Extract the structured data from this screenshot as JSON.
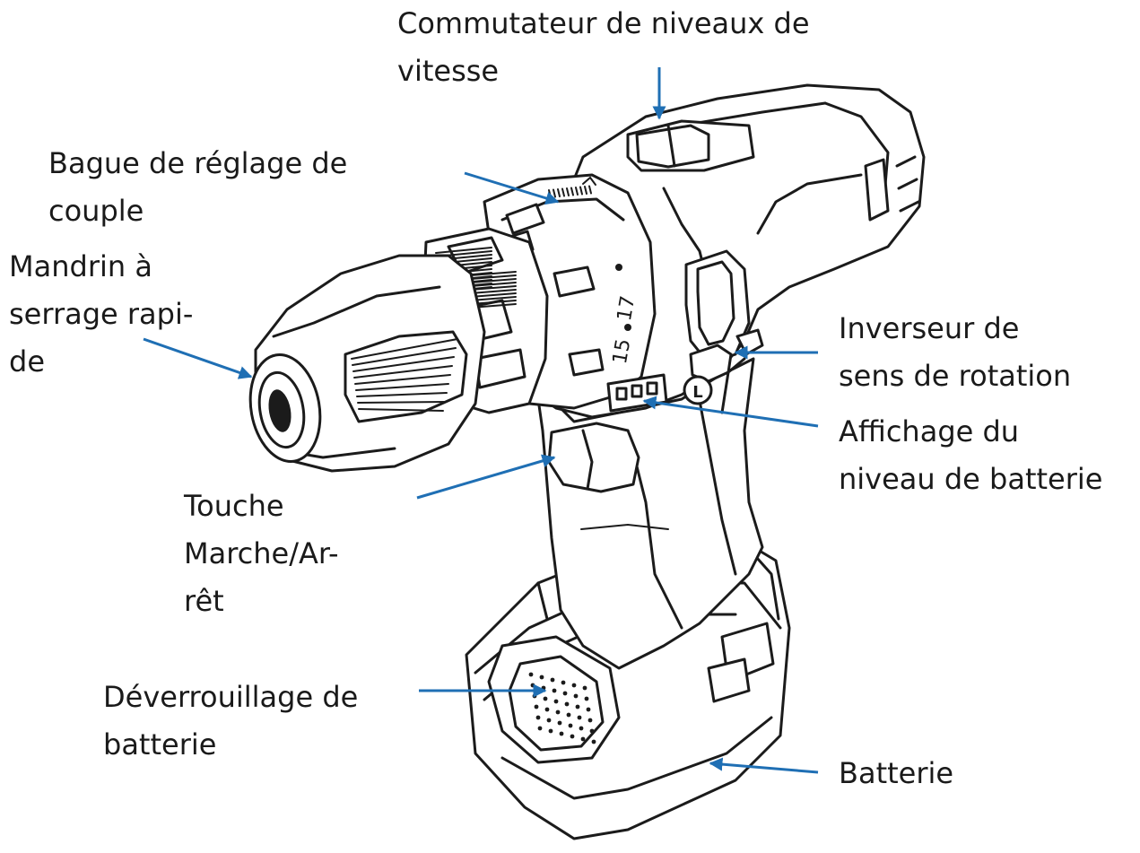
{
  "colors": {
    "pointer": "#1f6fb4",
    "outline": "#1b1b1b",
    "text": "#1a1a1a"
  },
  "drill": {
    "scale_lower": "15",
    "scale_upper": "17",
    "direction_mark": "L"
  },
  "labels": [
    {
      "id": "speed-switch",
      "lines": [
        "Commutateur de niveaux de",
        "vitesse"
      ]
    },
    {
      "id": "torque-ring",
      "lines": [
        "Bague de réglage de",
        "couple"
      ]
    },
    {
      "id": "quick-chuck",
      "lines": [
        "Mandrin à",
        "serrage rapi-",
        "de"
      ]
    },
    {
      "id": "reverse-switch",
      "lines": [
        "Inverseur de",
        "sens de rotation"
      ]
    },
    {
      "id": "battery-display",
      "lines": [
        "Affichage du",
        "niveau de batterie"
      ]
    },
    {
      "id": "trigger",
      "lines": [
        "Touche",
        "Marche/Ar-",
        "rêt"
      ]
    },
    {
      "id": "battery-release",
      "lines": [
        "Déverrouillage de",
        "batterie"
      ]
    },
    {
      "id": "battery",
      "lines": [
        "Batterie"
      ]
    }
  ]
}
